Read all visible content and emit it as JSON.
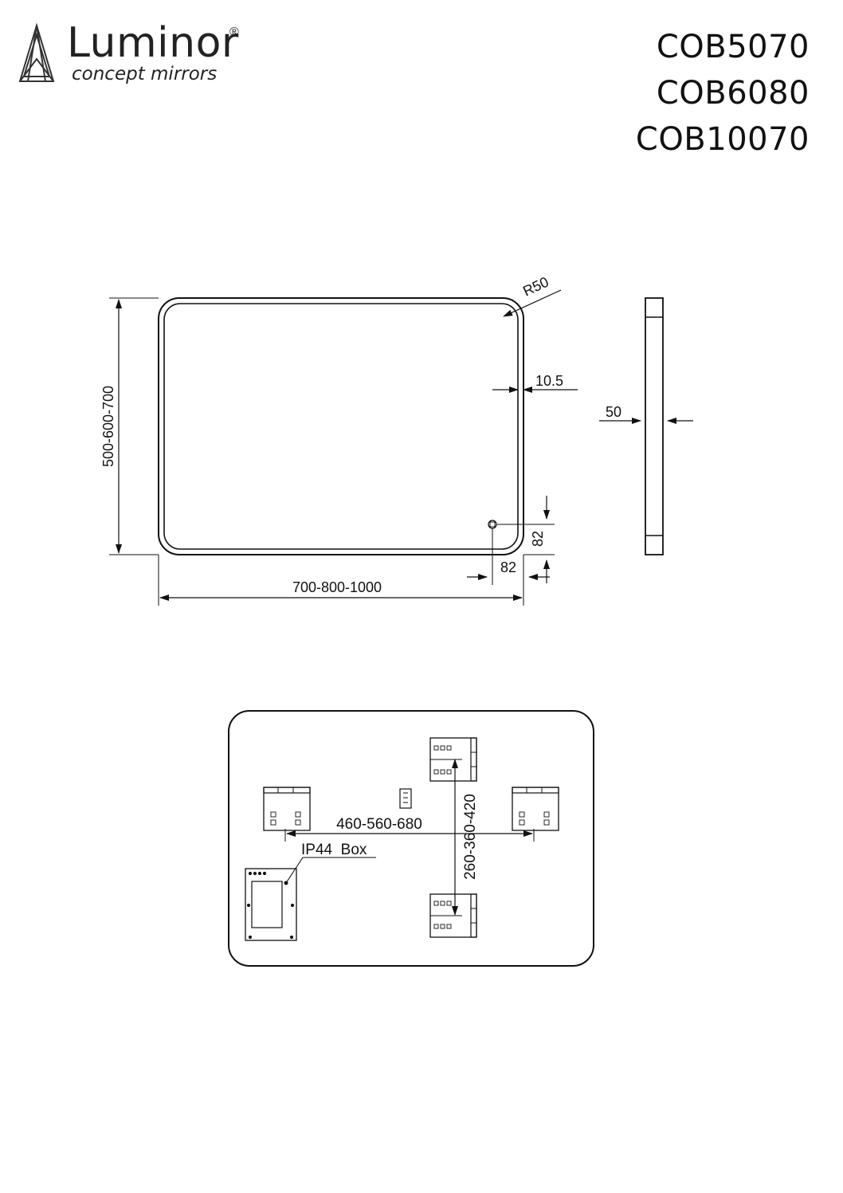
{
  "brand": {
    "name": "Luminor",
    "registered": "®",
    "tagline": "concept mirrors"
  },
  "models": [
    "COB5070",
    "COB6080",
    "COB10070"
  ],
  "front_view": {
    "radius_label": "R50",
    "frame_width_label": "10.5",
    "height_label": "500-600-700",
    "width_label": "700-800-1000",
    "switch_offset_x_label": "82",
    "switch_offset_y_label": "82"
  },
  "side_view": {
    "depth_label": "50"
  },
  "rear_view": {
    "horizontal_spacing_label": "460-560-680",
    "vertical_spacing_label": "260-360-420",
    "ip44_label": "IP44  Box"
  }
}
